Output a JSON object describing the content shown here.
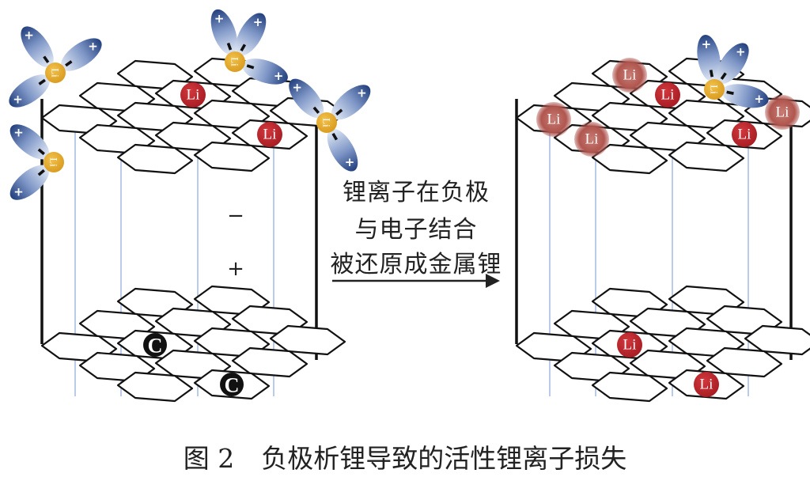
{
  "diagram": {
    "type": "schematic",
    "description": "Lithium plating on graphite anode causes loss of active lithium ions",
    "left_panel": {
      "name": "before",
      "top_layer_atoms": [
        {
          "label": "Li",
          "state": "ion"
        },
        {
          "label": "Li",
          "state": "ion"
        }
      ],
      "bottom_layer_atoms": [
        {
          "label": "C",
          "state": "carbon"
        },
        {
          "label": "C",
          "state": "carbon"
        }
      ],
      "solvated_ions": [
        {
          "label": "Li",
          "lobes": [
            "+",
            "+",
            "+"
          ]
        },
        {
          "label": "Li",
          "lobes": [
            "+",
            "+",
            "+"
          ]
        },
        {
          "label": "Li",
          "lobes": [
            "+",
            "+",
            "+"
          ]
        },
        {
          "label": "Li",
          "lobes": [
            "+",
            "+"
          ]
        }
      ],
      "charge_labels": {
        "negative": "−",
        "positive": "+"
      }
    },
    "arrow": {
      "lines": [
        "锂离子在负极",
        "与电子结合",
        "被还原成金属锂"
      ]
    },
    "right_panel": {
      "name": "after",
      "top_layer_atoms": [
        {
          "label": "Li",
          "state": "plated"
        },
        {
          "label": "Li",
          "state": "ion"
        },
        {
          "label": "Li",
          "state": "plated"
        },
        {
          "label": "Li",
          "state": "plated"
        },
        {
          "label": "Li",
          "state": "plated"
        },
        {
          "label": "Li",
          "state": "ion"
        }
      ],
      "bottom_layer_atoms": [
        {
          "label": "Li",
          "state": "ion"
        },
        {
          "label": "Li",
          "state": "ion"
        }
      ],
      "solvated_ions": [
        {
          "label": "Li",
          "lobes": [
            "+",
            "+",
            "+"
          ]
        }
      ]
    },
    "colors": {
      "li_ion": "#c0262c",
      "li_plated": "#b8645e",
      "solvated_core": "#e3a72a",
      "lobe": "#2d4a86",
      "guide_line": "#8ea8dc"
    }
  },
  "caption": {
    "figure_number": "图 2",
    "title": "负极析锂导致的活性锂离子损失"
  }
}
